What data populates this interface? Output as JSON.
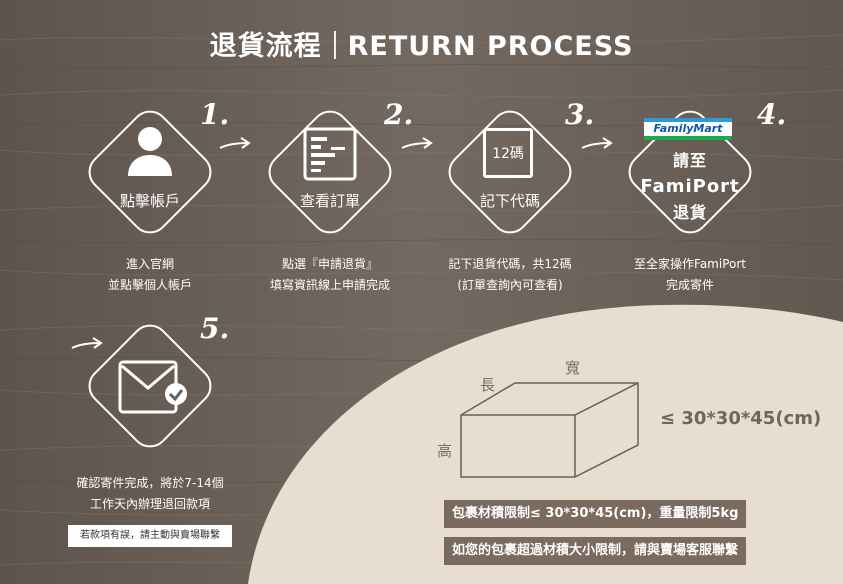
{
  "header": {
    "title_zh": "退貨流程",
    "title_en": "RETURN PROCESS"
  },
  "steps": [
    {
      "number": "1.",
      "label": "點擊帳戶",
      "icon": "user-icon",
      "desc_lines": [
        "進入官網",
        "並點擊個人帳戶"
      ]
    },
    {
      "number": "2.",
      "label": "查看訂單",
      "icon": "document-list-icon",
      "desc_lines": [
        "點選『申請退貨』",
        "填寫資訊線上申請完成"
      ]
    },
    {
      "number": "3.",
      "label": "記下代碼",
      "icon": "code-box-icon",
      "icon_text": "12碼",
      "desc_lines": [
        "記下退貨代碼，共12碼",
        "(訂單查詢內可查看)"
      ]
    },
    {
      "number": "4.",
      "label_lines": [
        "請至",
        "FamiPort",
        "退貨"
      ],
      "logo_text": "FamilyMart",
      "desc_lines": [
        "至全家操作FamiPort",
        "完成寄件"
      ]
    },
    {
      "number": "5.",
      "icon": "envelope-check-icon",
      "desc_lines": [
        "確認寄件完成，將於7-14個",
        "工作天內辦理退回款項"
      ]
    }
  ],
  "note": "若款項有誤，請主動與賣場聯繫",
  "package": {
    "length_label": "長",
    "width_label": "寬",
    "height_label": "高",
    "dimension_text": "≤  30*30*45(cm)",
    "limit_lines": [
      "包裹材積限制≤  30*30*45(cm)，重量限制5kg",
      "如您的包裹超過材積大小限制，請與賣場客服聯繫"
    ]
  },
  "colors": {
    "wood": "#6b6058",
    "cream": "#e7ddd0",
    "label_box": "#7a6a60",
    "familymart_blue": "#2a9bd5",
    "familymart_green": "#1ea94c"
  }
}
